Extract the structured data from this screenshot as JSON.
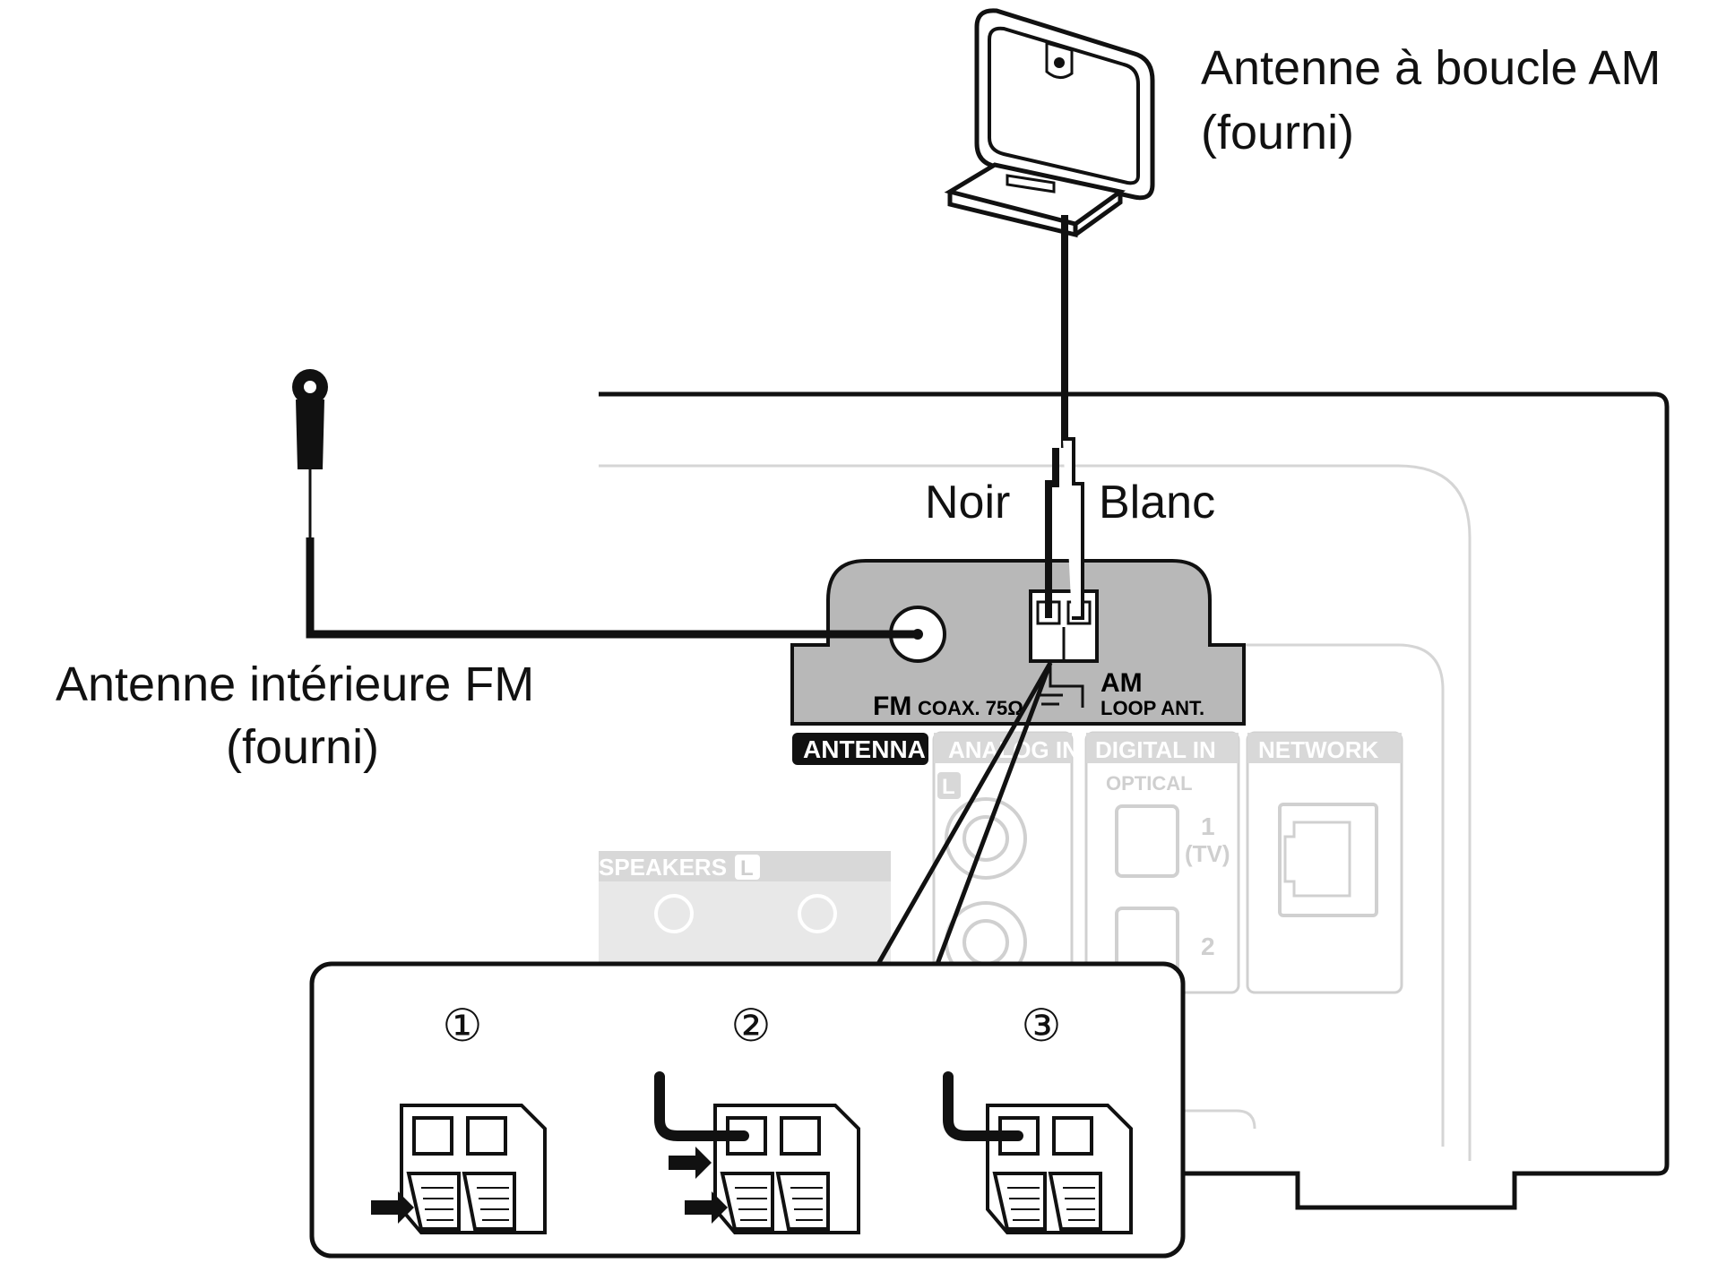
{
  "labels": {
    "am_antenna_line1": "Antenne à boucle AM",
    "am_antenna_line2": "(fourni)",
    "fm_antenna_line1": "Antenne intérieure FM",
    "fm_antenna_line2": "(fourni)",
    "wire_black": "Noir",
    "wire_white": "Blanc"
  },
  "panel": {
    "fm_label": "FM",
    "fm_coax": "COAX. 75Ω",
    "am_label": "AM",
    "am_loop": "LOOP ANT.",
    "antenna_tag": "ANTENNA",
    "analog_in": "ANALOG IN",
    "analog_l": "L",
    "digital_in": "DIGITAL IN",
    "optical": "OPTICAL",
    "optical_1": "1",
    "optical_tv": "(TV)",
    "optical_2": "2",
    "network": "NETWORK",
    "speakers": "SPEAKERS",
    "speakers_l": "L"
  },
  "steps": [
    "①",
    "②",
    "③"
  ],
  "colors": {
    "line": "#111111",
    "panel_grey": "#b8b8b8",
    "faded": "#d0d0d0"
  }
}
